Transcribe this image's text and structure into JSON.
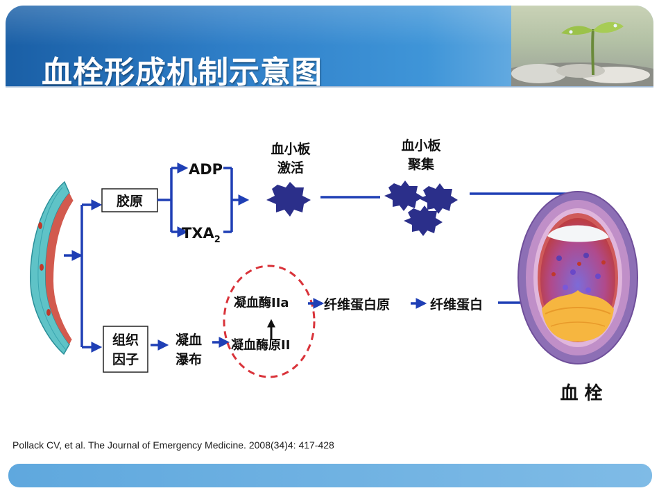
{
  "slide": {
    "title": "血栓形成机制示意图",
    "citation": "Pollack CV, et al. The Journal of Emergency Medicine. 2008(34)4: 417-428"
  },
  "diagram": {
    "collagen": "胶原",
    "adp": "ADP",
    "txa2": "TXA",
    "txa2_sub": "2",
    "platelet_activation": [
      "血小板",
      "激活"
    ],
    "platelet_aggregation": [
      "血小板",
      "聚集"
    ],
    "tissue_factor": [
      "组织",
      "因子"
    ],
    "coagulation_cascade": [
      "凝血",
      "瀑布"
    ],
    "thrombin": "凝血酶IIa",
    "prothrombin": "凝血酶原II",
    "fibrinogen": "纤维蛋白原",
    "fibrin": "纤维蛋白",
    "thrombus": "血 栓"
  },
  "colors": {
    "arrow": "#1f3fb5",
    "platelet": "#2b2f8a",
    "dashed_circle": "#d9333a",
    "header": "#2f7fc8"
  }
}
